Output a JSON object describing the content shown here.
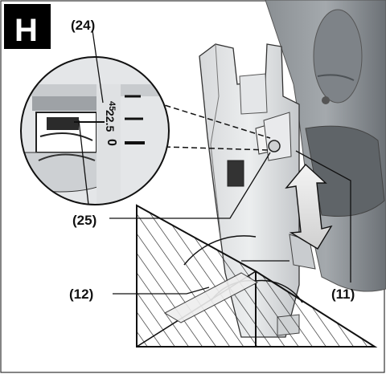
{
  "figure": {
    "badge": "H",
    "callouts": {
      "c24": "(24)",
      "c25": "(25)",
      "c12": "(12)",
      "c11": "(11)"
    },
    "scale_labels": {
      "s45": "45",
      "s22": "22.5",
      "s0": "0"
    }
  }
}
